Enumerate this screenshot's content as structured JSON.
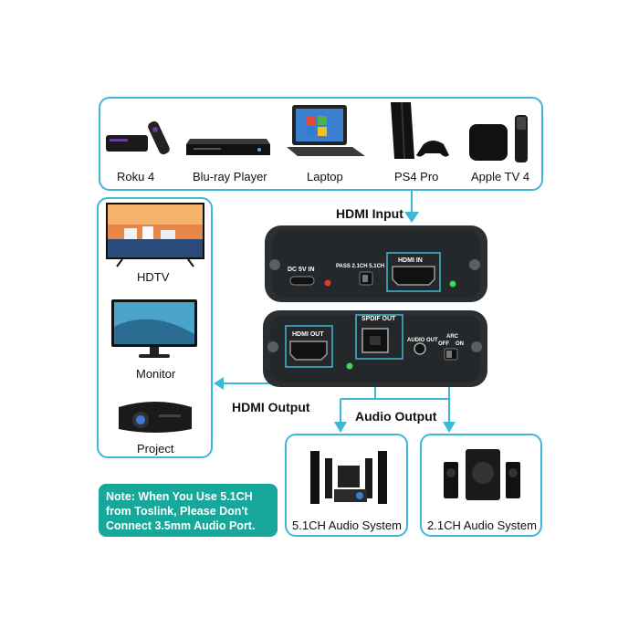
{
  "sources": {
    "items": [
      {
        "label": "Roku 4"
      },
      {
        "label": "Blu-ray Player"
      },
      {
        "label": "Laptop"
      },
      {
        "label": "PS4 Pro"
      },
      {
        "label": "Apple TV 4"
      }
    ]
  },
  "displays": {
    "items": [
      {
        "label": "HDTV"
      },
      {
        "label": "Monitor"
      },
      {
        "label": "Project"
      }
    ]
  },
  "labels": {
    "hdmi_input": "HDMI Input",
    "hdmi_output": "HDMI Output",
    "audio_output": "Audio Output"
  },
  "device_front": {
    "dc_in": "DC 5V IN",
    "pass_switch": "PASS 2.1CH 5.1CH",
    "hdmi_in": "HDMI IN"
  },
  "device_back": {
    "hdmi_out": "HDMI OUT",
    "spdif_out": "SPDIF OUT",
    "audio_out": "AUDIO OUT",
    "arc": "ARC",
    "arc_off": "OFF",
    "arc_on": "ON"
  },
  "audio_systems": {
    "items": [
      {
        "label": "5.1CH Audio System"
      },
      {
        "label": "2.1CH Audio System"
      }
    ]
  },
  "note": {
    "line1": "Note: When You Use 5.1CH",
    "line2": "from Toslink, Please Don't",
    "line3": "Connect 3.5mm Audio Port."
  },
  "colors": {
    "accent": "#3cb8d6",
    "note_bg": "#18a89b",
    "device_body": "#2b2f33"
  }
}
